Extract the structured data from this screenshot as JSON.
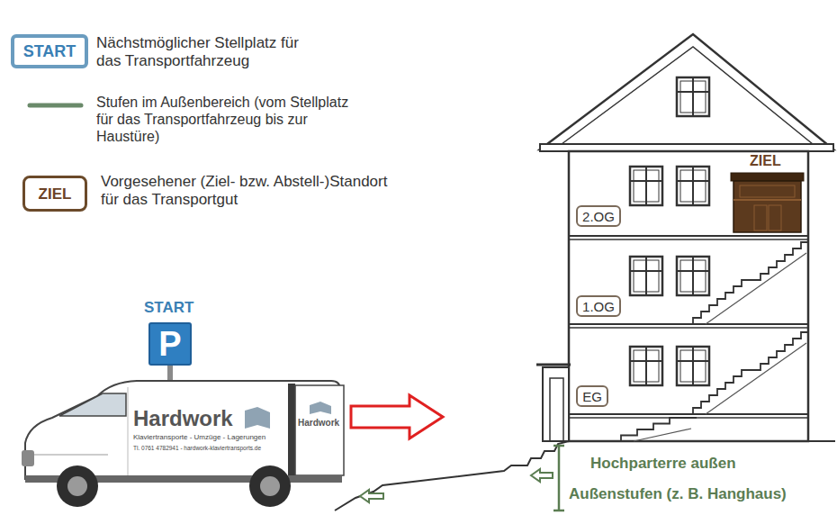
{
  "diagram": {
    "nodes": [
      {
        "text": [
          "START"
        ]
      },
      {
        "text": [
          "ZIEL"
        ]
      },
      {
        "text": [
          "P"
        ]
      },
      {
        "text": [
          "2.OG"
        ]
      },
      {
        "text": [
          "1.OG"
        ]
      },
      {
        "text": [
          "EG"
        ]
      }
    ],
    "labels": [
      "START",
      "ZIEL",
      "Hardwork",
      "Klaviertransporte - Umzüge - Lagerungen",
      "Tl. 0761 4782941 - hardwork-klaviertransports.de",
      "Hardwork",
      "Hochparterre außen",
      "Außenstufen (z. B. Hanghaus)"
    ],
    "legend": [
      {
        "text": "Nächstmöglicher Stellplatz für das Transportfahrzeug"
      },
      {
        "text": "Stufen im Außenbereich (vom Stellplatz für das Transportfahrzeug bis zur Haustüre)"
      },
      {
        "text": "Vorgesehener (Ziel- bzw. Abstell-)Standort für das Transportgut"
      }
    ]
  }
}
